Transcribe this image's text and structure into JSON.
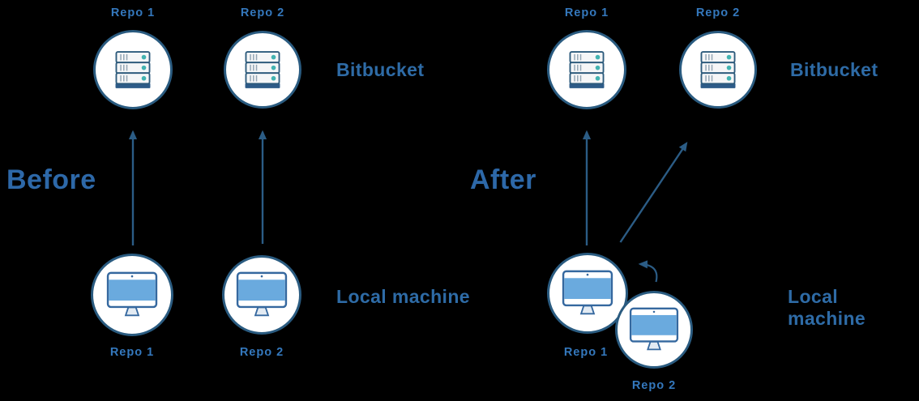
{
  "diagram": {
    "background": "#000000",
    "node_fill": "#ffffff",
    "node_border": "#2a5b80",
    "arrow_color": "#2b5c85",
    "title_color": "#2d68a8",
    "repo_label_color": "#3478bd",
    "teal_led": "#43b3b1",
    "screen_blue": "#6aaade"
  },
  "icons": {
    "server": "server-rack-icon",
    "machine": "desktop-monitor-icon"
  },
  "before": {
    "title": "Before",
    "bitbucket": {
      "label": "Bitbucket",
      "repo1": "Repo 1",
      "repo2": "Repo 2"
    },
    "local": {
      "label": "Local machine",
      "repo1": "Repo 1",
      "repo2": "Repo 2"
    }
  },
  "after": {
    "title": "After",
    "bitbucket": {
      "label": "Bitbucket",
      "repo1": "Repo 1",
      "repo2": "Repo 2"
    },
    "local": {
      "label": "Local machine",
      "repo1": "Repo 1",
      "repo2": "Repo 2"
    }
  }
}
